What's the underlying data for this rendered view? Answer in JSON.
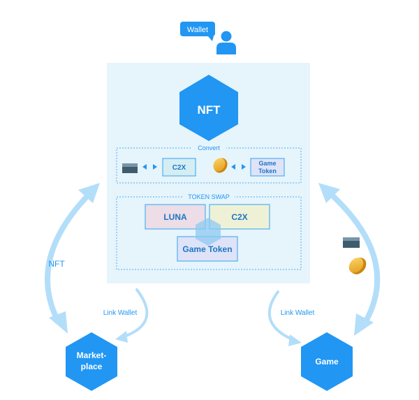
{
  "wallet": {
    "label": "Wallet"
  },
  "center": {
    "title": "NFT"
  },
  "convert": {
    "label": "Convert",
    "c2x": "C2X",
    "game_token_line1": "Game",
    "game_token_line2": "Token"
  },
  "token_swap": {
    "label": "TOKEN SWAP",
    "luna": "LUNA",
    "c2x": "C2X",
    "game_token": "Game Token"
  },
  "left_flow": {
    "nft_label": "NFT",
    "link_wallet": "Link Wallet",
    "node_line1": "Market-",
    "node_line2": "place"
  },
  "right_flow": {
    "link_wallet": "Link Wallet",
    "node": "Game"
  },
  "colors": {
    "primary_blue": "#2196f3",
    "panel_bg": "#e6f4fc",
    "arrow_light": "#b3def9",
    "coin_gold": "#f2b63a",
    "block_gray": "#5b7c8f"
  }
}
